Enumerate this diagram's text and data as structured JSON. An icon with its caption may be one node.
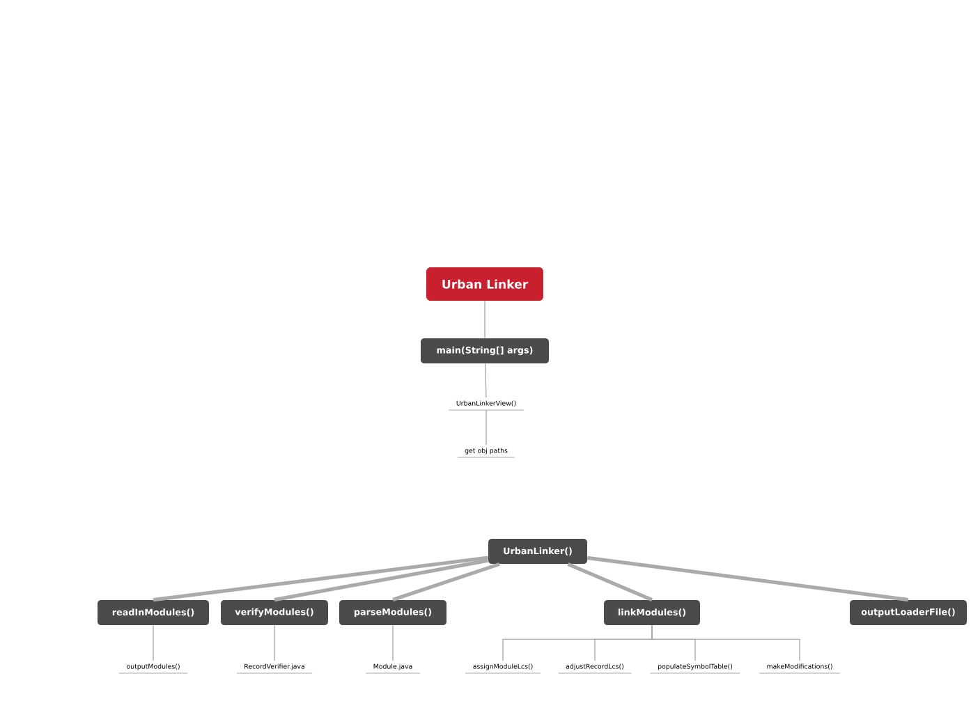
{
  "diagram": {
    "nodes": [
      {
        "text": [
          "Urban Linker"
        ]
      },
      {
        "text": [
          "main(String[] args)"
        ]
      },
      {
        "text": [
          "UrbanLinkerView()"
        ]
      },
      {
        "text": [
          "get obj paths"
        ]
      },
      {
        "text": [
          "UrbanLinker()"
        ]
      },
      {
        "text": [
          "readInModules()"
        ]
      },
      {
        "text": [
          "verifyModules()"
        ]
      },
      {
        "text": [
          "parseModules()"
        ]
      },
      {
        "text": [
          "linkModules()"
        ]
      },
      {
        "text": [
          "outputLoaderFile()"
        ]
      },
      {
        "text": [
          "outputModules()"
        ]
      },
      {
        "text": [
          "RecordVerifier.java"
        ]
      },
      {
        "text": [
          "Module.java"
        ]
      },
      {
        "text": [
          "assignModuleLcs()"
        ]
      },
      {
        "text": [
          "adjustRecordLcs()"
        ]
      },
      {
        "text": [
          "populateSymbolTable()"
        ]
      },
      {
        "text": [
          "makeModifications()"
        ]
      }
    ],
    "edges": [
      {
        "from": 0,
        "to": 1,
        "arrow": "none"
      },
      {
        "from": 1,
        "to": 2,
        "arrow": "none"
      },
      {
        "from": 2,
        "to": 3,
        "arrow": "none"
      },
      {
        "from": 4,
        "to": 5,
        "arrow": "none",
        "style": "thick"
      },
      {
        "from": 4,
        "to": 6,
        "arrow": "none",
        "style": "thick"
      },
      {
        "from": 4,
        "to": 7,
        "arrow": "none",
        "style": "thick"
      },
      {
        "from": 4,
        "to": 8,
        "arrow": "none",
        "style": "thick"
      },
      {
        "from": 4,
        "to": 9,
        "arrow": "none",
        "style": "thick"
      },
      {
        "from": 5,
        "to": 10,
        "arrow": "none"
      },
      {
        "from": 6,
        "to": 11,
        "arrow": "none"
      },
      {
        "from": 7,
        "to": 12,
        "arrow": "none"
      },
      {
        "from": 8,
        "to": 13,
        "arrow": "none"
      },
      {
        "from": 8,
        "to": 14,
        "arrow": "none"
      },
      {
        "from": 8,
        "to": 15,
        "arrow": "none"
      },
      {
        "from": 8,
        "to": 16,
        "arrow": "none"
      }
    ]
  }
}
